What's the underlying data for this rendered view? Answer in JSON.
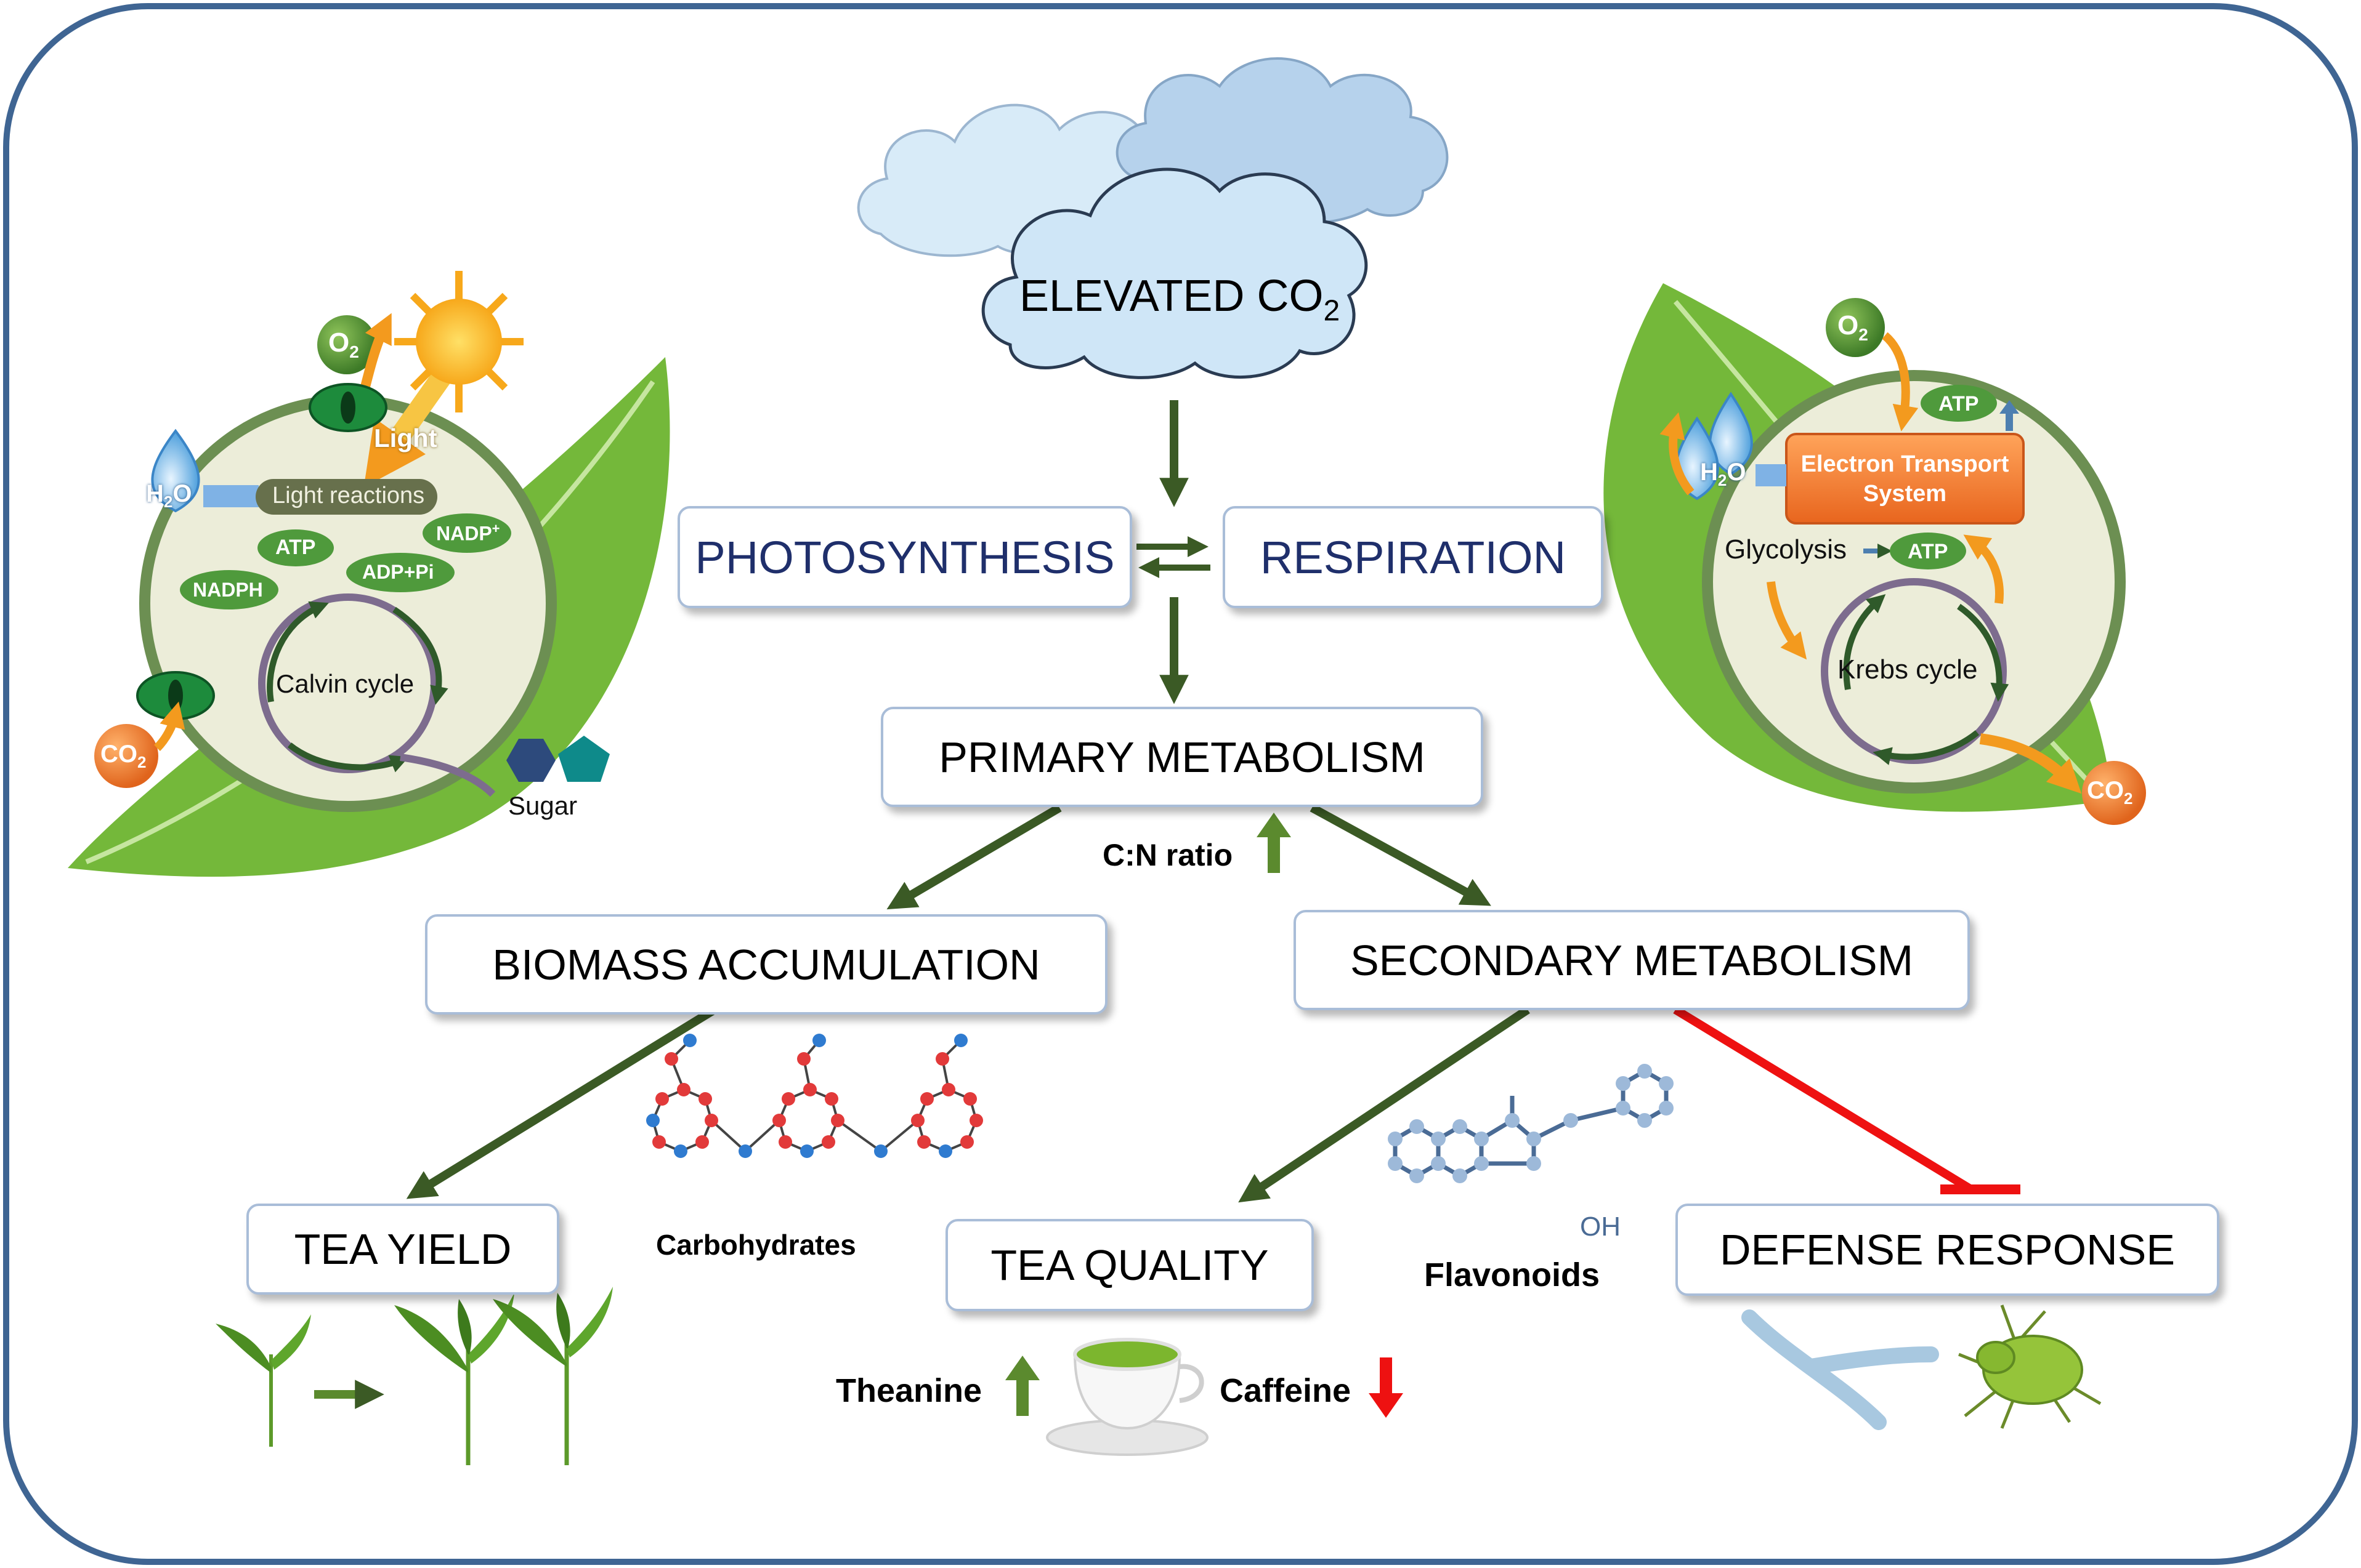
{
  "center": {
    "elevated_co2": "ELEVATED CO",
    "elevated_co2_sub": "2",
    "photosynthesis": "PHOTOSYNTHESIS",
    "respiration": "RESPIRATION",
    "primary_metabolism": "PRIMARY METABOLISM",
    "cn_ratio": "C:N ratio",
    "biomass_accumulation": "BIOMASS ACCUMULATION",
    "secondary_metabolism": "SECONDARY METABOLISM",
    "tea_yield": "TEA YIELD",
    "tea_quality": "TEA QUALITY",
    "defense_response": "DEFENSE RESPONSE",
    "carbohydrates": "Carbohydrates",
    "flavonoids": "Flavonoids",
    "oh": "OH",
    "theanine": "Theanine",
    "caffeine": "Caffeine"
  },
  "photosynthesis_panel": {
    "o2": "O",
    "o2_sub": "2",
    "light": "Light",
    "h2o_h": "H",
    "h2o_sub": "2",
    "h2o_o": "O",
    "light_reactions": "Light reactions",
    "atp": "ATP",
    "nadp": "NADP",
    "nadp_sup": "+",
    "nadph": "NADPH",
    "adp_pi": "ADP+Pi",
    "calvin_cycle": "Calvin cycle",
    "co2": "CO",
    "co2_sub": "2",
    "sugar": "Sugar"
  },
  "respiration_panel": {
    "o2": "O",
    "o2_sub": "2",
    "atp_top": "ATP",
    "h2o_h": "H",
    "h2o_sub": "2",
    "h2o_o": "O",
    "etc_line1": "Electron Transport",
    "etc_line2": "System",
    "glycolysis": "Glycolysis",
    "atp_mid": "ATP",
    "krebs_cycle": "Krebs cycle",
    "co2": "CO",
    "co2_sub": "2"
  },
  "colors": {
    "frame": "#3f6593",
    "arrow_green": "#3b5a25",
    "inhibit_red": "#ee1111",
    "up_green": "#5b8a2e",
    "down_red": "#ee1111",
    "box_border": "#a9bdd8",
    "title_blue": "#1f2f6b",
    "leaf_green": "#74b83a",
    "etc_orange": "#f07d26"
  }
}
